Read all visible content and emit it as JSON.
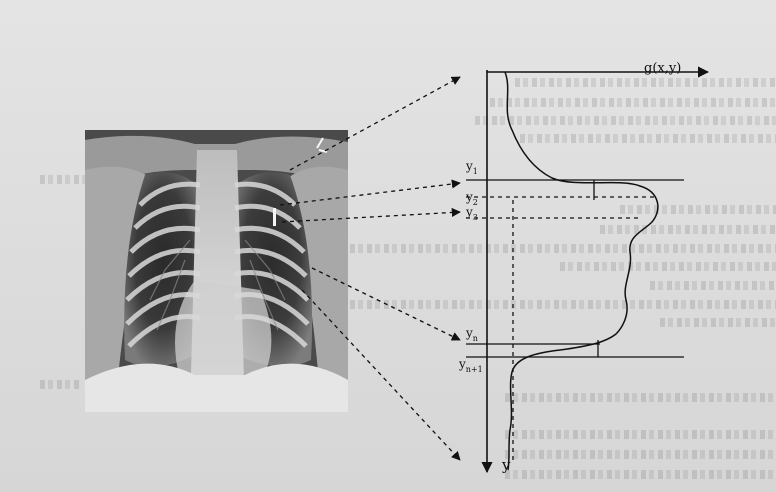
{
  "diagram": {
    "axis_x_label": "g(x,y)",
    "axis_y_label": "y",
    "row_labels": [
      {
        "main": "y",
        "sub": "1"
      },
      {
        "main": "y",
        "sub": "2"
      },
      {
        "main": "y",
        "sub": "3"
      },
      {
        "main": "y",
        "sub": "n"
      },
      {
        "main": "y",
        "sub": "n+1"
      }
    ]
  },
  "image": {
    "subject": "chest-xray",
    "colors": {
      "xray_dark": "#2c2c2c",
      "xray_light": "#f2f2f2",
      "ink": "#111111",
      "paper": "#e4e4e4"
    }
  }
}
